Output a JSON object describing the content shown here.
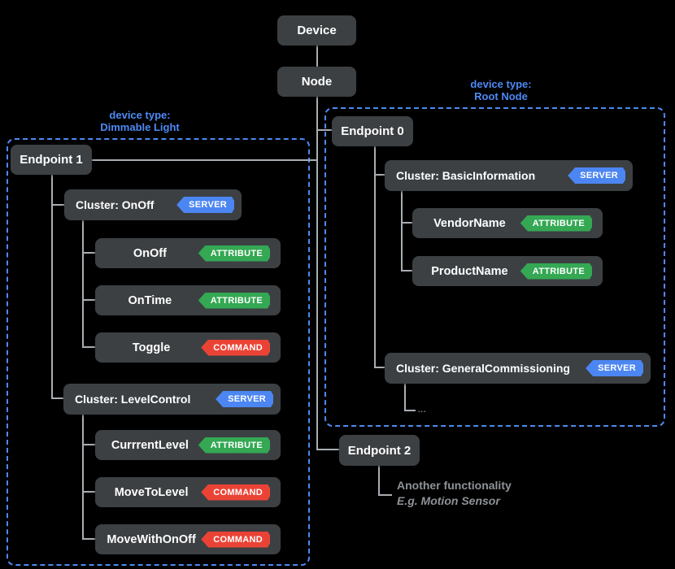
{
  "badge_labels": {
    "server": "SERVER",
    "attribute": "ATTRIBUTE",
    "command": "COMMAND"
  },
  "tree": {
    "device": {
      "label": "Device"
    },
    "node": {
      "label": "Node"
    },
    "endpoint0": {
      "label": "Endpoint 0"
    },
    "endpoint1": {
      "label": "Endpoint 1"
    },
    "endpoint2": {
      "label": "Endpoint 2"
    },
    "cluster_onoff": {
      "label": "Cluster: OnOff",
      "badge": "SERVER"
    },
    "onoff": {
      "label": "OnOff",
      "badge": "ATTRIBUTE"
    },
    "ontime": {
      "label": "OnTime",
      "badge": "ATTRIBUTE"
    },
    "toggle": {
      "label": "Toggle",
      "badge": "COMMAND"
    },
    "cluster_levelcontrol": {
      "label": "Cluster: LevelControl",
      "badge": "SERVER"
    },
    "currrentlevel": {
      "label": "CurrrentLevel",
      "badge": "ATTRIBUTE"
    },
    "movetolevel": {
      "label": "MoveToLevel",
      "badge": "COMMAND"
    },
    "movewithonoff": {
      "label": "MoveWithOnOff",
      "badge": "COMMAND"
    },
    "cluster_basicinformation": {
      "label": "Cluster: BasicInformation",
      "badge": "SERVER"
    },
    "vendorname": {
      "label": "VendorName",
      "badge": "ATTRIBUTE"
    },
    "productname": {
      "label": "ProductName",
      "badge": "ATTRIBUTE"
    },
    "cluster_generalcommissioning": {
      "label": "Cluster: GeneralCommissioning",
      "badge": "SERVER"
    },
    "ellipsis": "..."
  },
  "groups": {
    "dimmable_light": {
      "line1": "device type:",
      "line2": "Dimmable Light"
    },
    "root_node": {
      "line1": "device type:",
      "line2": "Root Node"
    }
  },
  "notes": {
    "endpoint2_line1": "Another functionality",
    "endpoint2_line2": "E.g. Motion Sensor"
  },
  "colors": {
    "background": "#000000",
    "box_fill": "#3C4043",
    "box_text": "#FFFFFF",
    "connector": "#A9AEB3",
    "accent_blue": "#4D8AF5",
    "badge_server": "#4C86F2",
    "badge_attribute": "#34A853",
    "badge_command": "#EA4335",
    "muted_text": "#8E9398"
  }
}
